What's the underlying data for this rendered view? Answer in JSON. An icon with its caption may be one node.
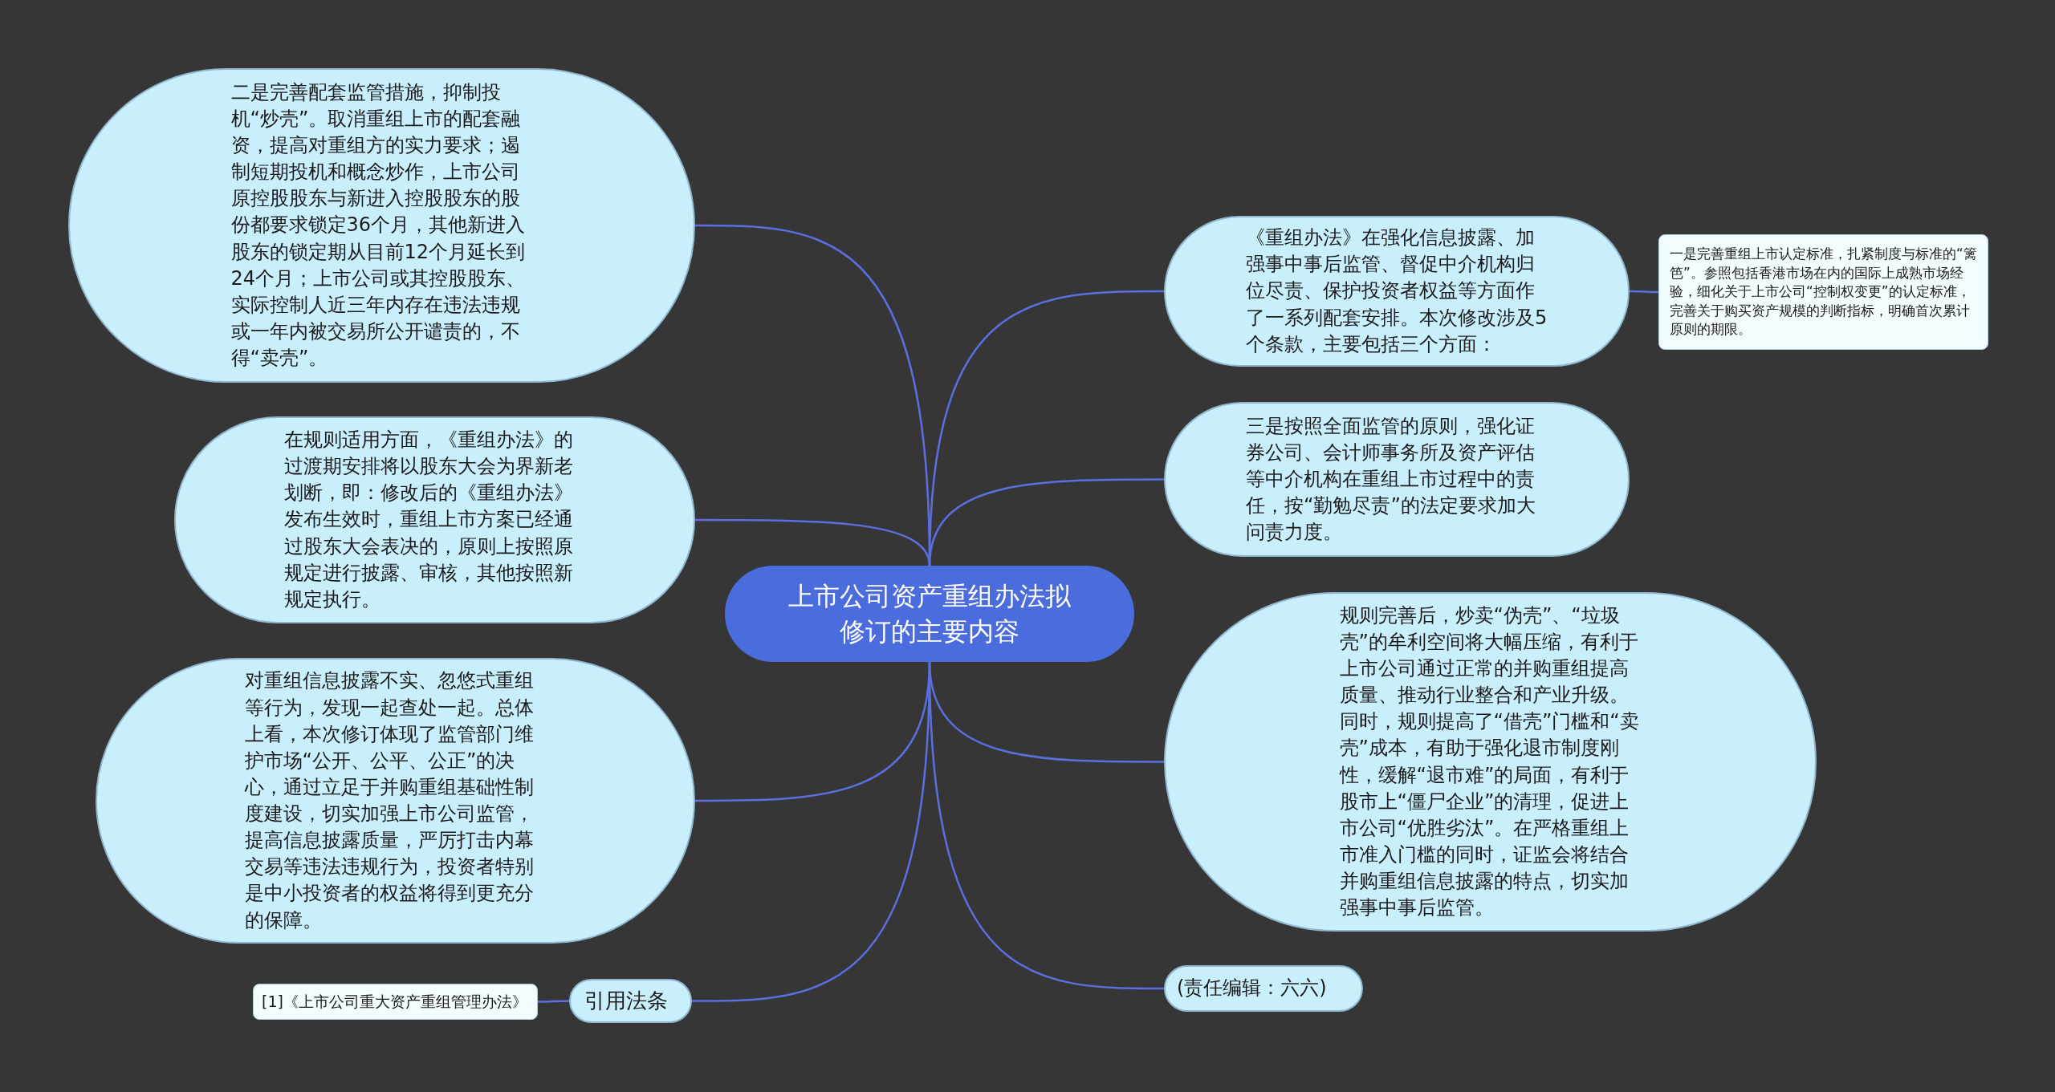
{
  "diagram": {
    "nodes": [
      {
        "text": [
          "上市公司资产重组办法拟修订的主要内容"
        ]
      },
      {
        "text": [
          "二是完善配套监管措施，抑制投机“炒壳”。取消重组上市的配套融资，提高对重组方的实力要求；遏制短期投机和概念炒作，上市公司原控股股东与新进入控股股东的股份都要求锁定36个月，其他新进入股东的锁定期从目前12个月延长到24个月；上市公司或其控股股东、实际控制人近三年内存在违法违规或一年内被交易所公开谴责的，不得“卖壳”。"
        ]
      },
      {
        "text": [
          "在规则适用方面，《重组办法》的过渡期安排将以股东大会为界新老划断，即：修改后的《重组办法》发布生效时，重组上市方案已经通过股东大会表决的，原则上按照原规定进行披露、审核，其他按照新规定执行。"
        ]
      },
      {
        "text": [
          "对重组信息披露不实、忽悠式重组等行为，发现一起查处一起。总体上看，本次修订体现了监管部门维护市场“公开、公平、公正”的决心，通过立足于并购重组基础性制度建设，切实加强上市公司监管，提高信息披露质量，严厉打击内幕交易等违法违规行为，投资者特别是中小投资者的权益将得到更充分的保障。"
        ]
      },
      {
        "text": [
          "引用法条"
        ]
      },
      {
        "text": [
          "[1]《上市公司重大资产重组管理办法》"
        ]
      },
      {
        "text": [
          "《重组办法》在强化信息披露、加强事中事后监管、督促中介机构归位尽责、保护投资者权益等方面作了一系列配套安排。本次修改涉及5个条款，主要包括三个方面："
        ]
      },
      {
        "text": [
          "一是完善重组上市认定标准，扎紧制度与标准的“篱笆”。参照包括香港市场在内的国际上成熟市场经验，细化关于上市公司“控制权变更”的认定标准，完善关于购买资产规模的判断指标，明确首次累计原则的期限。"
        ]
      },
      {
        "text": [
          "三是按照全面监管的原则，强化证券公司、会计师事务所及资产评估等中介机构在重组上市过程中的责任，按“勤勉尽责”的法定要求加大问责力度。"
        ]
      },
      {
        "text": [
          "规则完善后，炒卖“伪壳”、“垃圾壳”的牟利空间将大幅压缩，有利于上市公司通过正常的并购重组提高质量、推动行业整合和产业升级。同时，规则提高了“借壳”门槛和“卖壳”成本，有助于强化退市制度刚性，缓解“退市难”的局面，有利于股市上“僵尸企业”的清理，促进上市公司“优胜劣汰”。在严格重组上市准入门槛的同时，证监会将结合并购重组信息披露的特点，切实加强事中事后监管。"
        ]
      },
      {
        "text": [
          "(责任编辑：六六)"
        ]
      }
    ],
    "edges": [
      {
        "from": 0,
        "to": 1,
        "arrow": "none"
      },
      {
        "from": 0,
        "to": 2,
        "arrow": "none"
      },
      {
        "from": 0,
        "to": 3,
        "arrow": "none"
      },
      {
        "from": 0,
        "to": 4,
        "arrow": "none"
      },
      {
        "from": 4,
        "to": 5,
        "arrow": "none"
      },
      {
        "from": 0,
        "to": 6,
        "arrow": "none"
      },
      {
        "from": 6,
        "to": 7,
        "arrow": "none"
      },
      {
        "from": 0,
        "to": 8,
        "arrow": "none"
      },
      {
        "from": 0,
        "to": 9,
        "arrow": "none"
      },
      {
        "from": 0,
        "to": 10,
        "arrow": "none"
      }
    ]
  }
}
